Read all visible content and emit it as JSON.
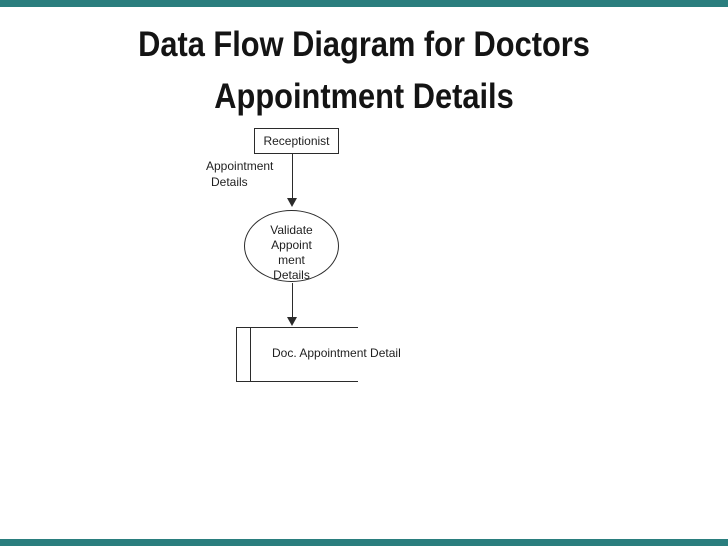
{
  "slide": {
    "title_line1": "Data Flow Diagram for Doctors",
    "title_line2": "Appointment Details",
    "background_color": "#ffffff",
    "accent_color": "#2a7e7e",
    "line_color": "#2b2b2b"
  },
  "diagram": {
    "type": "data-flow-diagram",
    "external_entity": {
      "label": "Receptionist"
    },
    "flow_label": {
      "line1": "Appointment",
      "line2": "Details"
    },
    "process": {
      "lines": [
        "Validate",
        "Appoint",
        "ment",
        "Details"
      ]
    },
    "data_store": {
      "label": "Doc. Appointment Detail"
    }
  }
}
